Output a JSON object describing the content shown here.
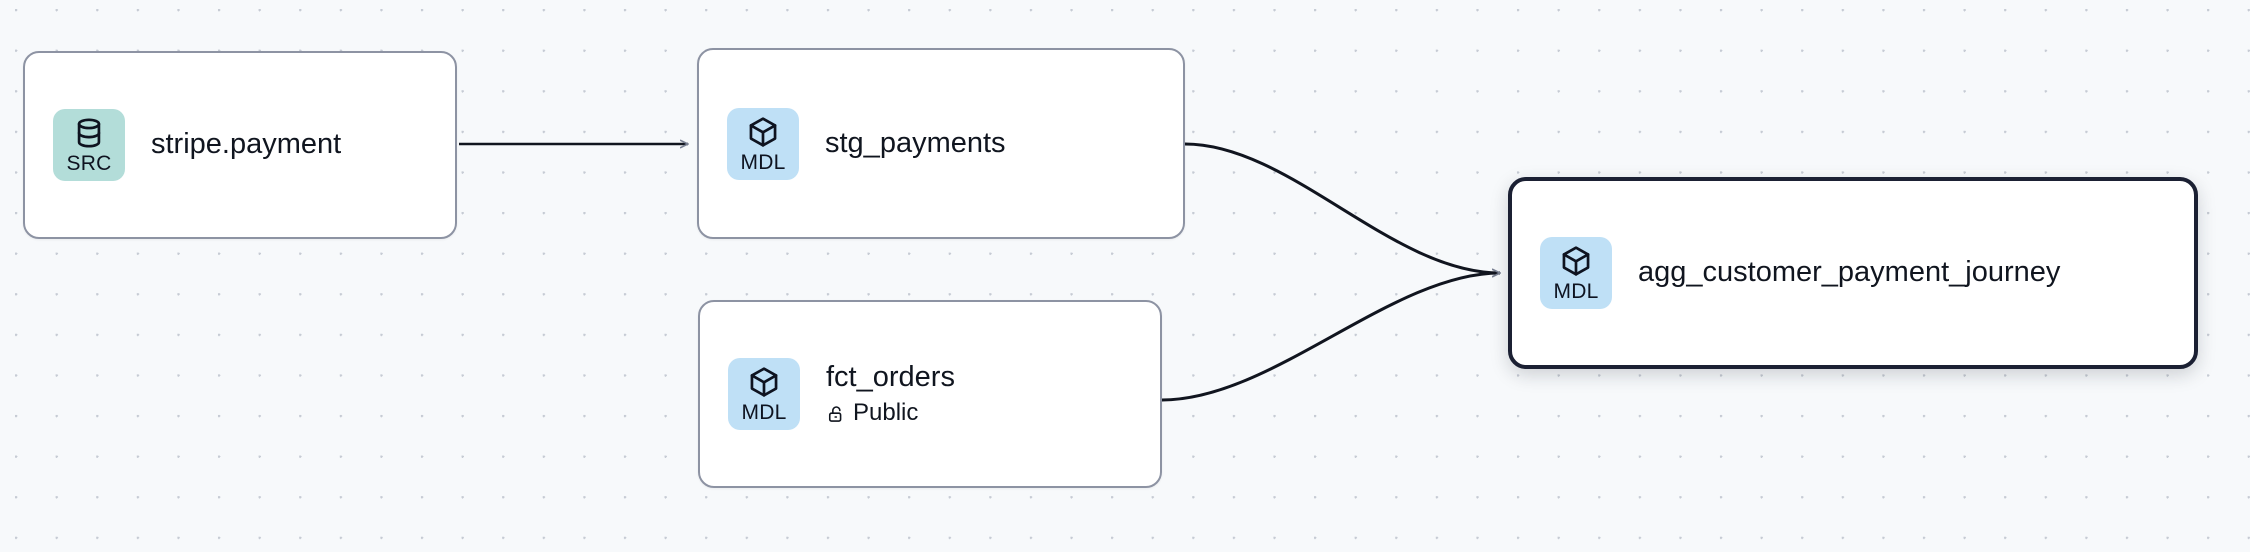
{
  "canvas": {
    "background_color": "#f7f9fb",
    "dot_color": "#c6cbd4",
    "edge_color": "#11151f",
    "arrow_color": "#7b8294"
  },
  "nodes": [
    {
      "id": "stripe-payment",
      "badge": {
        "kind": "SRC",
        "icon": "database-icon",
        "color": "#b3ddd9"
      },
      "title": "stripe.payment",
      "subtitle": null,
      "selected": false
    },
    {
      "id": "stg-payments",
      "badge": {
        "kind": "MDL",
        "icon": "cube-icon",
        "color": "#bfe0f6"
      },
      "title": "stg_payments",
      "subtitle": null,
      "selected": false
    },
    {
      "id": "fct-orders",
      "badge": {
        "kind": "MDL",
        "icon": "cube-icon",
        "color": "#bfe0f6"
      },
      "title": "fct_orders",
      "subtitle": {
        "icon": "unlock-icon",
        "label": "Public"
      },
      "selected": false
    },
    {
      "id": "agg-customer-payment-journey",
      "badge": {
        "kind": "MDL",
        "icon": "cube-icon",
        "color": "#bfe0f6"
      },
      "title": "agg_customer_payment_journey",
      "subtitle": null,
      "selected": true
    }
  ],
  "edges": [
    {
      "from": "stripe-payment",
      "to": "stg-payments"
    },
    {
      "from": "stg-payments",
      "to": "agg-customer-payment-journey"
    },
    {
      "from": "fct-orders",
      "to": "agg-customer-payment-journey"
    }
  ]
}
